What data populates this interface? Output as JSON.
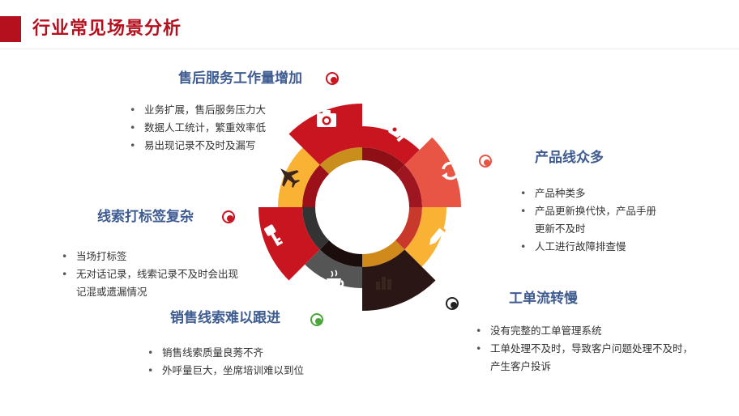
{
  "header": {
    "title": "行业常见场景分析"
  },
  "colors": {
    "red": "#c8151f",
    "yellow": "#f9b233",
    "coral": "#e95545",
    "dark": "#2a1715",
    "gray": "#555555",
    "title_blue": "#3e5c91"
  },
  "sections": {
    "after_sales": {
      "title": "售后服务工作量增加",
      "items": [
        "业务扩展，售后服务压力大",
        "数据人工统计，繁重效率低",
        "易出现记录不及时及漏写"
      ],
      "marker_color": "#c8151f"
    },
    "product_line": {
      "title": "产品线众多",
      "items": [
        "产品种类多",
        "产品更新换代快，产品手册更新不及时",
        "人工进行故障排查慢"
      ],
      "marker_color": "#e95545"
    },
    "clue_tagging": {
      "title": "线索打标签复杂",
      "items": [
        "当场打标签",
        "无对话记录，线索记录不及时会出现记混或遗漏情况"
      ],
      "marker_color": "#c8151f"
    },
    "ticket_flow": {
      "title": "工单流转慢",
      "items": [
        "没有完整的工单管理系统",
        "工单处理不及时，导致客户问题处理不及时，产生客户投诉"
      ],
      "marker_color": "#222222"
    },
    "sales_clue": {
      "title": "销售线索难以跟进",
      "items": [
        "销售线索质量良莠不齐",
        "外呼量巨大，坐席培训难以到位"
      ],
      "marker_color": "#4aa53a"
    }
  },
  "wheel_icons": {
    "camera": "camera-icon",
    "pen": "fountain-pen-icon",
    "refresh": "refresh-icon",
    "pencil": "pencil-icon",
    "chart": "bar-chart-icon",
    "coffee": "coffee-cup-icon",
    "key": "key-icon",
    "plane": "airplane-icon"
  }
}
